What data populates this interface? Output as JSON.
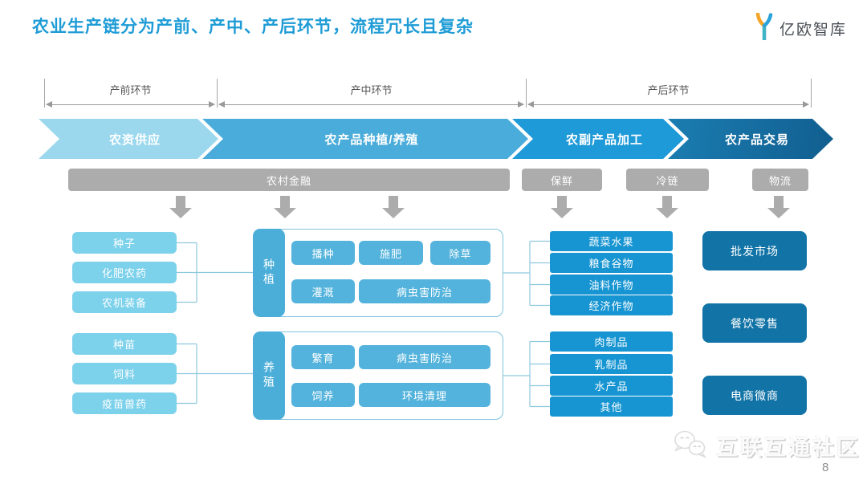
{
  "page": {
    "title": "农业生产链分为产前、产中、产后环节，流程冗长且复杂",
    "page_number": "8"
  },
  "logo": {
    "name": "亿欧智库"
  },
  "watermark": {
    "label": "互联互通社区"
  },
  "colors": {
    "title_blue": "#1F9CD6",
    "stage1": "#9BD8EE",
    "stage2": "#4AACDA",
    "stage3": "#1F9AD8",
    "stage4": "#14689C",
    "supply_box": "#7CD1EB",
    "production_box": "#4BAED9",
    "processing_box": "#1795D2",
    "trading_box": "#1173A6",
    "support_gray": "#ACACAC"
  },
  "phases": {
    "labels": [
      "产前环节",
      "产中环节",
      "产后环节"
    ]
  },
  "chain": {
    "stages": [
      "农资供应",
      "农产品种植/养殖",
      "农副产品加工",
      "农产品交易"
    ]
  },
  "support": {
    "bars": [
      "农村金融",
      "保鲜",
      "冷链",
      "物流"
    ]
  },
  "supply": {
    "groups": [
      {
        "items": [
          "种子",
          "化肥农药",
          "农机装备"
        ]
      },
      {
        "items": [
          "种苗",
          "饲料",
          "疫苗兽药"
        ]
      }
    ]
  },
  "production": {
    "groups": [
      {
        "tab": "种植",
        "row1": [
          "播种",
          "施肥",
          "除草"
        ],
        "row2": [
          "灌溉",
          "病虫害防治"
        ]
      },
      {
        "tab": "养殖",
        "row1": [
          "繁育",
          "病虫害防治"
        ],
        "row2": [
          "饲养",
          "环境清理"
        ]
      }
    ]
  },
  "processing": {
    "groups": [
      {
        "items": [
          "蔬菜水果",
          "粮食谷物",
          "油料作物",
          "经济作物"
        ]
      },
      {
        "items": [
          "肉制品",
          "乳制品",
          "水产品",
          "其他"
        ]
      }
    ]
  },
  "trading": {
    "channels": [
      "批发市场",
      "餐饮零售",
      "电商微商"
    ]
  }
}
